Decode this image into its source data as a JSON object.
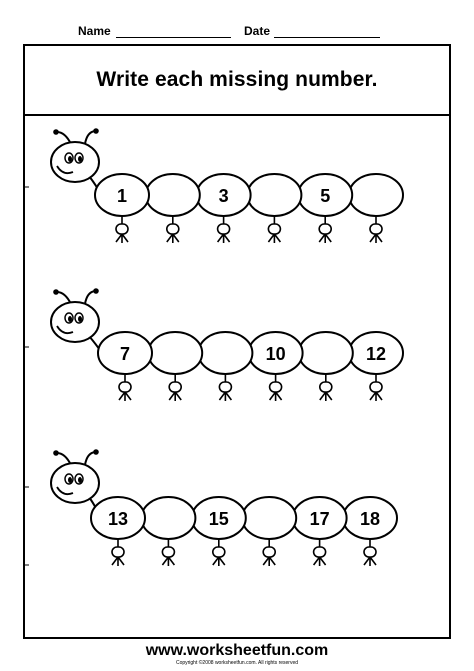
{
  "header": {
    "name_label": "Name",
    "date_label": "Date"
  },
  "title": "Write each missing number.",
  "caterpillars": [
    {
      "numbers": [
        "1",
        "",
        "3",
        "",
        "5",
        ""
      ]
    },
    {
      "numbers": [
        "7",
        "",
        "",
        "10",
        "",
        "12"
      ]
    },
    {
      "numbers": [
        "13",
        "",
        "15",
        "",
        "17",
        "18"
      ]
    }
  ],
  "footer": {
    "site": "www.worksheetfun.com",
    "copyright": "Copyright ©2008 worksheetfun.com. All rights reserved"
  },
  "colors": {
    "ink": "#000000",
    "paper": "#ffffff"
  }
}
